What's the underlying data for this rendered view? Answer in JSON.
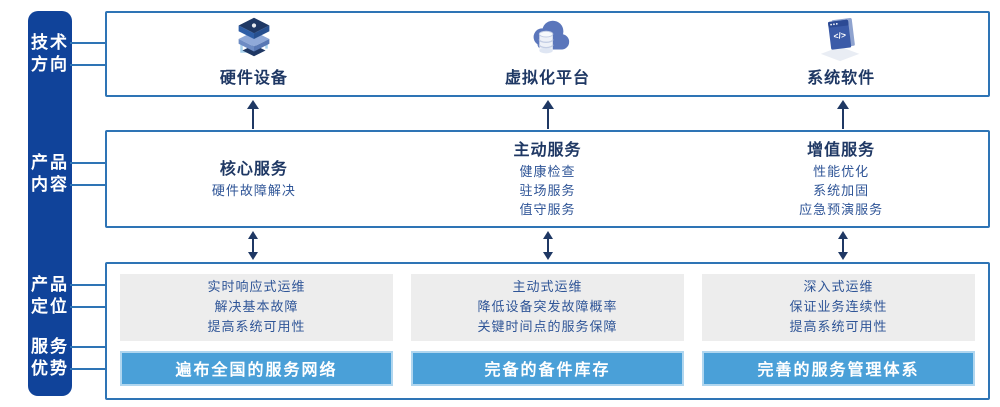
{
  "palette": {
    "sidebar_blue": "#10439a",
    "border_blue": "#2e74b5",
    "heading_navy": "#1f3864",
    "body_blue": "#2f5597",
    "bar_blue": "#4aa0d8",
    "bar_border": "#b0d6ef",
    "gray_box": "#ededed",
    "arrow_navy": "#1f3864"
  },
  "sidebar": {
    "groups": [
      {
        "id": "tech-direction",
        "lines": [
          "技术",
          "方向"
        ]
      },
      {
        "id": "product-content",
        "lines": [
          "产品",
          "内容"
        ]
      },
      {
        "id": "product-positioning",
        "lines": [
          "产品",
          "定位"
        ]
      },
      {
        "id": "service-advantage",
        "lines": [
          "服务",
          "优势"
        ]
      }
    ]
  },
  "tech_row": {
    "items": [
      {
        "icon": "server-stack-icon",
        "label": "硬件设备"
      },
      {
        "icon": "cloud-database-icon",
        "label": "虚拟化平台"
      },
      {
        "icon": "code-window-icon",
        "label": "系统软件"
      }
    ]
  },
  "services_row": {
    "columns": [
      {
        "title": "核心服务",
        "items": [
          "硬件故障解决"
        ]
      },
      {
        "title": "主动服务",
        "items": [
          "健康检查",
          "驻场服务",
          "值守服务"
        ]
      },
      {
        "title": "增值服务",
        "items": [
          "性能优化",
          "系统加固",
          "应急预演服务"
        ]
      }
    ]
  },
  "positioning_row": {
    "columns": [
      {
        "points": [
          "实时响应式运维",
          "解决基本故障",
          "提高系统可用性"
        ],
        "advantage": "遍布全国的服务网络"
      },
      {
        "points": [
          "主动式运维",
          "降低设备突发故障概率",
          "关键时间点的服务保障"
        ],
        "advantage": "完备的备件库存"
      },
      {
        "points": [
          "深入式运维",
          "保证业务连续性",
          "提高系统可用性"
        ],
        "advantage": "完善的服务管理体系"
      }
    ]
  }
}
